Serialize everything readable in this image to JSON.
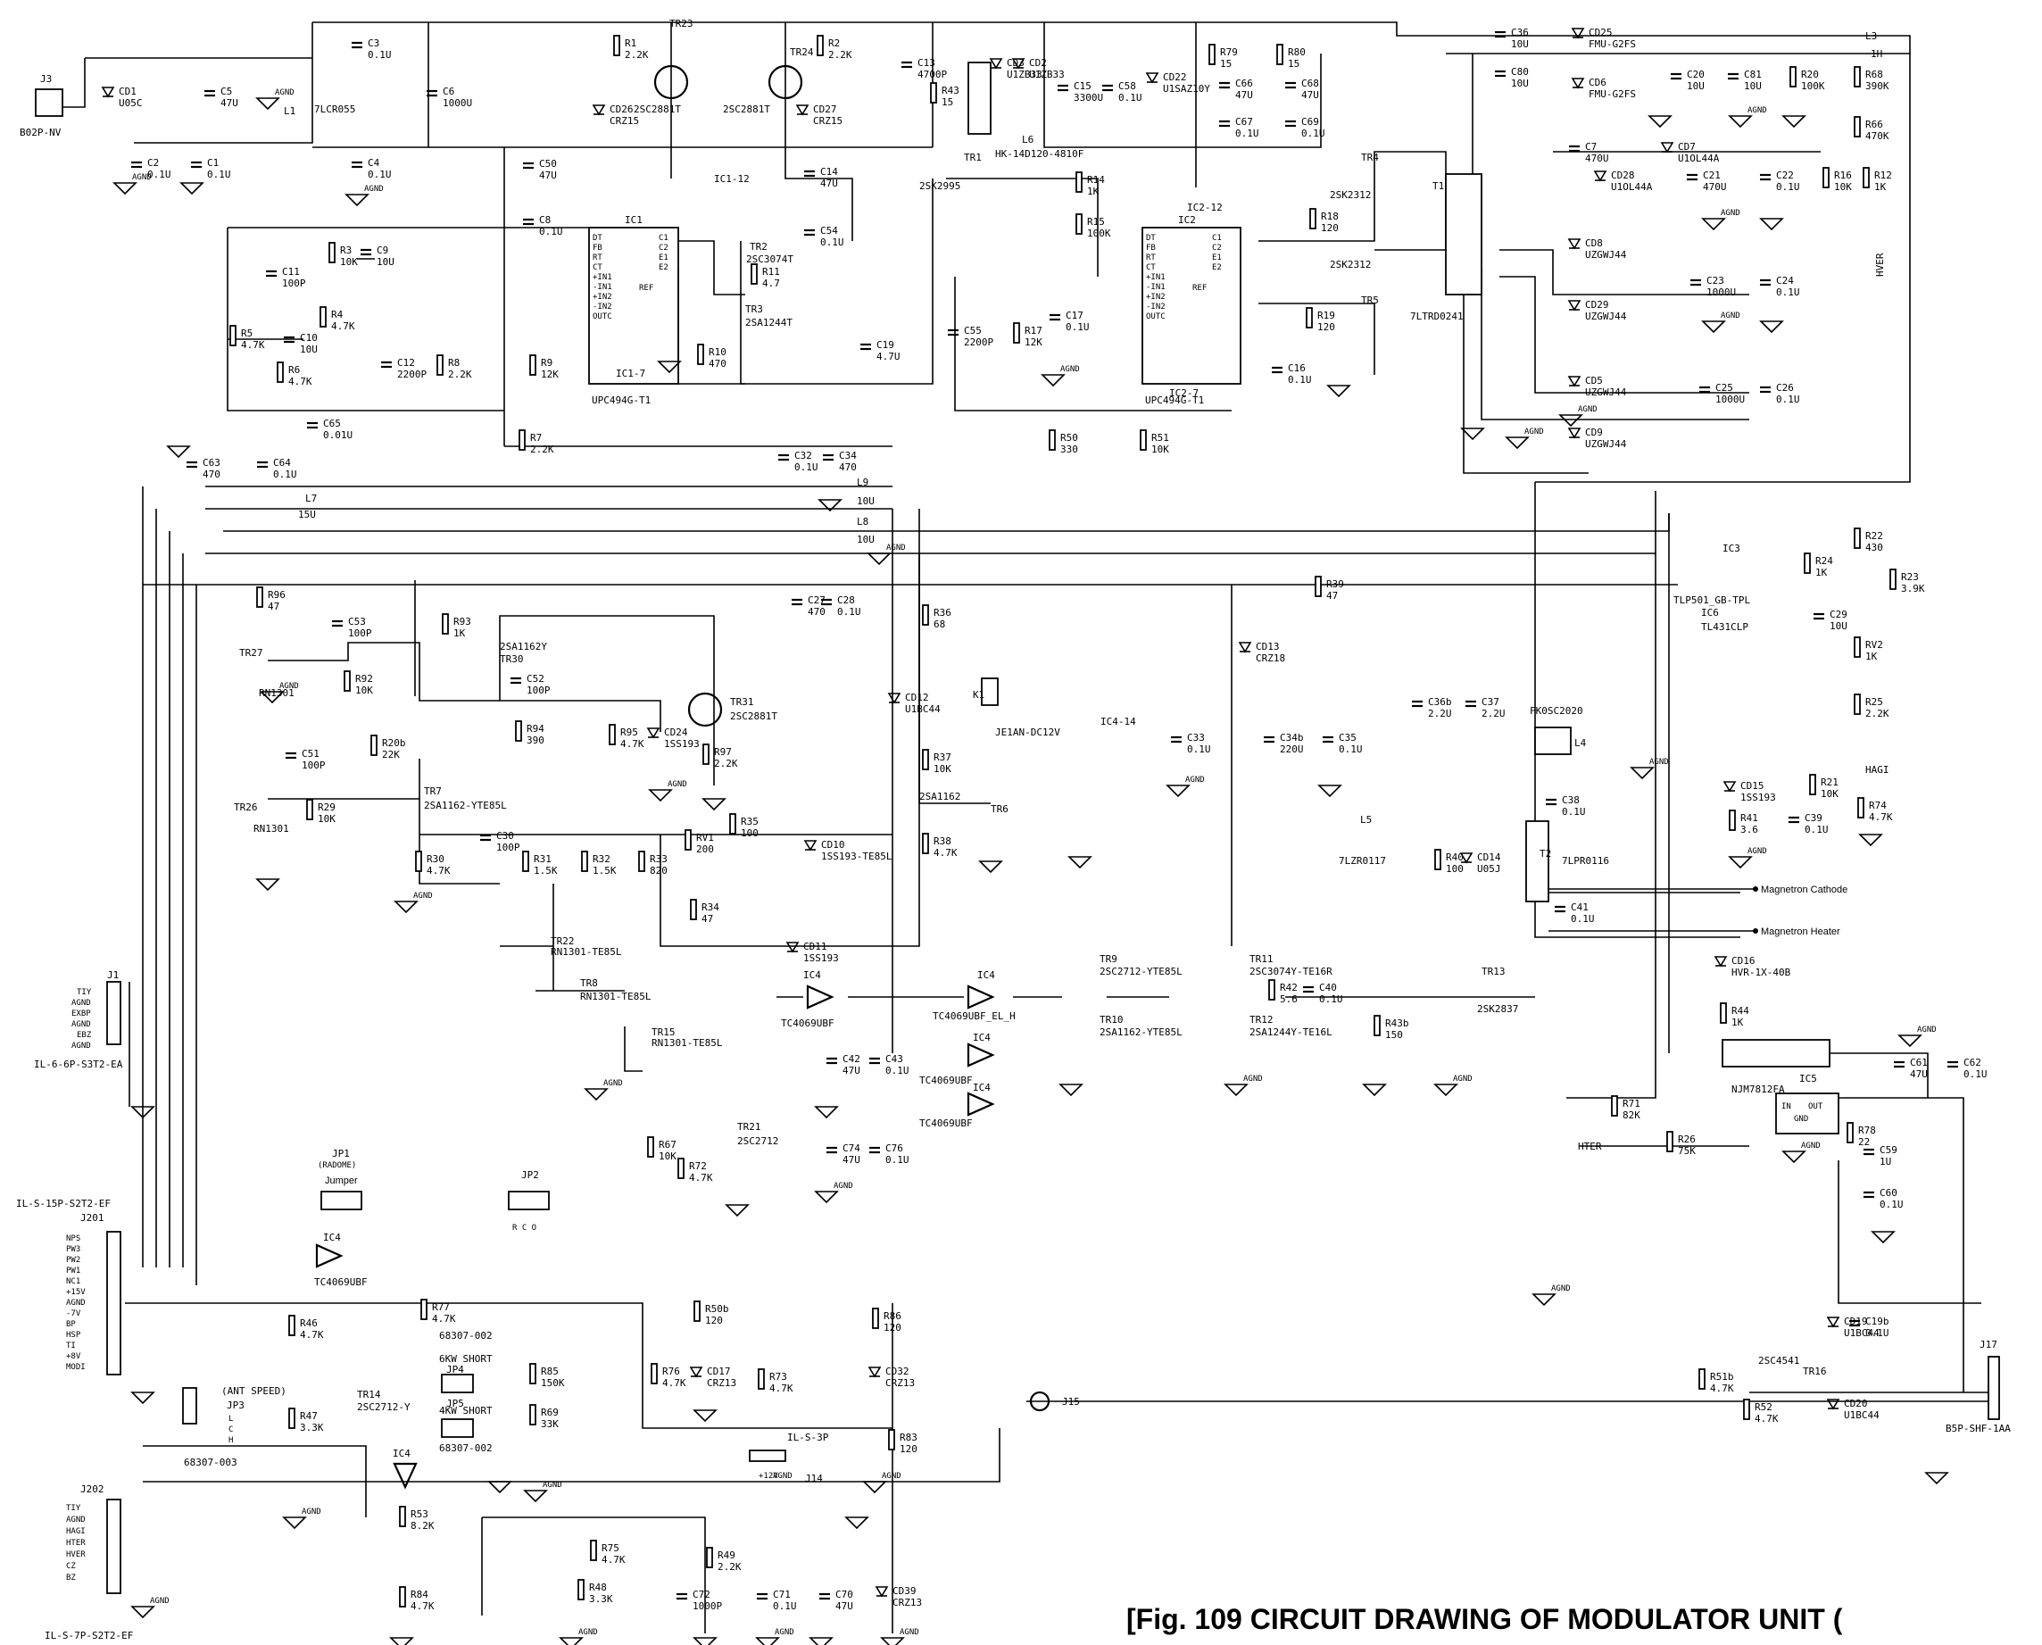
{
  "caption": "[Fig. 109   CIRCUIT DRAWING OF MODULATOR UNIT (",
  "connectors": {
    "j3": {
      "ref": "J3",
      "part": "B02P-NV"
    },
    "j1": {
      "ref": "J1",
      "part": "IL-6-6P-S3T2-EA",
      "pins": [
        "TIY",
        "AGND",
        "EXBP",
        "AGND",
        "EBZ",
        "AGND"
      ]
    },
    "j201": {
      "ref": "J201",
      "part": "IL-S-15P-S2T2-EF",
      "pins": [
        "NPS",
        "PW3",
        "PW2",
        "PW1",
        "NC1",
        "+15V",
        "AGND",
        "-7V",
        "BP",
        "HSP",
        "TI",
        "+8V",
        "MODI"
      ]
    },
    "j202": {
      "ref": "J202",
      "part": "IL-S-7P-S2T2-EF",
      "pins": [
        "TIY",
        "AGND",
        "HAGI",
        "HTER",
        "HVER",
        "CZ",
        "BZ"
      ]
    },
    "j17": {
      "ref": "J17",
      "part": "B5P-SHF-1AA"
    },
    "j14": {
      "ref": "J14",
      "part": "IL-S-3P",
      "pins": [
        "+12V",
        "AGND"
      ]
    },
    "j15": {
      "ref": "J15"
    }
  },
  "ics": {
    "ic1": {
      "ref": "IC1",
      "part": "UPC494G-T1",
      "pins": [
        "DT",
        "FB",
        "RT",
        "CT",
        "+IN1",
        "-IN1",
        "+IN2",
        "-IN2",
        "OUTC"
      ],
      "rpins": [
        "C1",
        "C2",
        "E1",
        "E2",
        "REF"
      ]
    },
    "ic2": {
      "ref": "IC2",
      "part": "UPC494G-T1",
      "pins": [
        "DT",
        "FB",
        "RT",
        "CT",
        "+IN1",
        "-IN1",
        "+IN2",
        "-IN2",
        "OUTC"
      ],
      "rpins": [
        "C1",
        "C2",
        "E1",
        "E2",
        "REF"
      ]
    },
    "ic3": {
      "ref": "IC3",
      "part": "TLP501_GB-TPL"
    },
    "ic5": {
      "ref": "IC5",
      "part": "NJM7812FA",
      "pins": [
        "IN",
        "OUT",
        "GND"
      ]
    },
    "ic4": {
      "ref": "IC4",
      "part": "TC4069UBF"
    },
    "ic4b": {
      "ref": "IC4",
      "part": "TC4069UBF_EL_H"
    },
    "ic6": {
      "ref": "IC6",
      "part": "TL431CLP"
    },
    "ic1_12": "IC1-12",
    "ic1_7": "IC1-7",
    "ic2_12": "IC2-12",
    "ic2_7": "IC2-7",
    "ic4_14": "IC4-14"
  },
  "transistors": {
    "tr23": {
      "ref": "TR23",
      "part": "2SC2881T"
    },
    "tr24": {
      "ref": "TR24",
      "part": "2SC2881T"
    },
    "tr1": {
      "ref": "TR1",
      "part": "2SK2995"
    },
    "tr2": {
      "ref": "TR2",
      "part": "2SC3074T"
    },
    "tr3": {
      "ref": "TR3",
      "part": "2SA1244T"
    },
    "tr4": {
      "ref": "TR4",
      "part": "2SK2312"
    },
    "tr5": {
      "ref": "TR5",
      "part": "2SK2312"
    },
    "tr27": {
      "ref": "TR27",
      "part": "RN1301"
    },
    "tr30": {
      "ref": "TR30",
      "part": "2SA1162Y"
    },
    "tr31": {
      "ref": "TR31",
      "part": "2SC2881T"
    },
    "tr26": {
      "ref": "TR26",
      "part": "RN1301"
    },
    "tr7": {
      "ref": "TR7",
      "part": "2SA1162-YTE85L"
    },
    "tr22": {
      "ref": "TR22",
      "part": "RN1301-TE85L"
    },
    "tr8": {
      "ref": "TR8",
      "part": "RN1301-TE85L"
    },
    "tr15": {
      "ref": "TR15",
      "part": "RN1301-TE85L"
    },
    "tr6": {
      "ref": "TR6",
      "part": "2SA1162"
    },
    "tr9": {
      "ref": "TR9",
      "part": "2SC2712-YTE85L"
    },
    "tr10": {
      "ref": "TR10",
      "part": "2SA1162-YTE85L"
    },
    "tr11": {
      "ref": "TR11",
      "part": "2SC3074Y-TE16R"
    },
    "tr12": {
      "ref": "TR12",
      "part": "2SA1244Y-TE16L"
    },
    "tr13": {
      "ref": "TR13",
      "part": "2SK2837"
    },
    "tr21": {
      "ref": "TR21",
      "part": "2SC2712"
    },
    "tr14": {
      "ref": "TR14",
      "part": "2SC2712-Y"
    },
    "tr16": {
      "ref": "TR16",
      "part": "2SC4541"
    }
  },
  "magnetics": {
    "l1": {
      "ref": "L1",
      "part": "7LCR055"
    },
    "l6": {
      "ref": "L6",
      "part": "HK-14D120-4810F"
    },
    "t1": {
      "ref": "T1",
      "part": "7LTRD0241"
    },
    "l3": {
      "ref": "L3",
      "part": "1H"
    },
    "l7": {
      "ref": "L7",
      "part": "15U"
    },
    "l9": {
      "ref": "L9",
      "part": "10U"
    },
    "l8": {
      "ref": "L8",
      "part": "10U"
    },
    "l5": {
      "ref": "L5",
      "part": "7LZR0117"
    },
    "t2": {
      "ref": "T2",
      "part": "7LPR0116"
    },
    "l4": {
      "ref": "L4",
      "part": "FK0SC2020"
    },
    "k1": {
      "ref": "K1",
      "part": "JE1AN-DC12V"
    }
  },
  "outputs": {
    "cathode": "Magnetron Cathode",
    "heater": "Magnetron Heater",
    "hver": "HVER",
    "hagi": "HAGI",
    "hter": "HTER",
    "hver_diode": "HVR-1X-40B"
  },
  "jumpers": {
    "jp1_title": "JP1",
    "jp1_sub": "(RADOME)",
    "jp1_name": "Jumper",
    "jp2_title": "JP2",
    "jp2_pins": "R C O",
    "jp3_title": "JP3",
    "jp3_note": "(ANT SPEED)",
    "jp3_pins": [
      "L",
      "C",
      "H"
    ],
    "jp3_part": "68307-003",
    "jp4_title": "JP4",
    "jp4_note": "6KW SHORT",
    "jp4_part": "68307-002",
    "jp5_title": "JP5",
    "jp5_note": "4KW SHORT",
    "jp5_part": "68307-002"
  },
  "components": [
    [
      "CD1",
      "U05C",
      133,
      106
    ],
    [
      "C5",
      "47U",
      247,
      106
    ],
    [
      "C2",
      "0.1U",
      165,
      186
    ],
    [
      "C1",
      "0.1U",
      232,
      186
    ],
    [
      "C3",
      "0.1U",
      412,
      52
    ],
    [
      "C6",
      "1000U",
      496,
      106
    ],
    [
      "C4",
      "0.1U",
      412,
      186
    ],
    [
      "R1",
      "2.2K",
      700,
      52
    ],
    [
      "CD26",
      "CRZ15",
      683,
      126
    ],
    [
      "R2",
      "2.2K",
      928,
      52
    ],
    [
      "CD27",
      "CRZ15",
      911,
      126
    ],
    [
      "C13",
      "4700P",
      1028,
      74
    ],
    [
      "R43",
      "15",
      1055,
      105
    ],
    [
      "CD3",
      "U1ZB33",
      1128,
      74
    ],
    [
      "CD2",
      "U1ZB33",
      1153,
      74
    ],
    [
      "C15",
      "3300U",
      1203,
      100
    ],
    [
      "C58",
      "0.1U",
      1253,
      100
    ],
    [
      "CD22",
      "U1SAZ10Y",
      1303,
      90
    ],
    [
      "R79",
      "15",
      1367,
      62
    ],
    [
      "R80",
      "15",
      1443,
      62
    ],
    [
      "C66",
      "47U",
      1384,
      97
    ],
    [
      "C68",
      "47U",
      1458,
      97
    ],
    [
      "C67",
      "0.1U",
      1384,
      140
    ],
    [
      "C69",
      "0.1U",
      1458,
      140
    ],
    [
      "C50",
      "47U",
      604,
      187
    ],
    [
      "C8",
      "0.1U",
      604,
      250
    ],
    [
      "C14",
      "47U",
      919,
      196
    ],
    [
      "C54",
      "0.1U",
      919,
      262
    ],
    [
      "R14",
      "1K",
      1218,
      205
    ],
    [
      "R15",
      "100K",
      1218,
      252
    ],
    [
      "C11",
      "100P",
      316,
      308
    ],
    [
      "R3",
      "10K",
      381,
      284
    ],
    [
      "C9",
      "10U",
      422,
      284
    ],
    [
      "R4",
      "4.7K",
      371,
      356
    ],
    [
      "R5",
      "4.7K",
      270,
      377
    ],
    [
      "C10",
      "10U",
      336,
      382
    ],
    [
      "R6",
      "4.7K",
      323,
      418
    ],
    [
      "C12",
      "2200P",
      445,
      410
    ],
    [
      "R8",
      "2.2K",
      502,
      410
    ],
    [
      "R9",
      "12K",
      606,
      410
    ],
    [
      "R7",
      "2.2K",
      594,
      494
    ],
    [
      "C65",
      "0.01U",
      362,
      478
    ],
    [
      "R11",
      "4.7",
      854,
      308
    ],
    [
      "R10",
      "470",
      794,
      398
    ],
    [
      "C19",
      "4.7U",
      982,
      390
    ],
    [
      "C55",
      "2200P",
      1080,
      374
    ],
    [
      "R17",
      "12K",
      1148,
      374
    ],
    [
      "C17",
      "0.1U",
      1194,
      357
    ],
    [
      "R18",
      "120",
      1480,
      246
    ],
    [
      "R19",
      "120",
      1476,
      357
    ],
    [
      "C16",
      "0.1U",
      1443,
      416
    ],
    [
      "R50",
      "330",
      1188,
      494
    ],
    [
      "R51",
      "10K",
      1290,
      494
    ],
    [
      "C36",
      "10U",
      1693,
      40
    ],
    [
      "C80",
      "10U",
      1693,
      84
    ],
    [
      "CD25",
      "FMU-G2FS",
      1780,
      40
    ],
    [
      "CD6",
      "FMU-G2FS",
      1780,
      96
    ],
    [
      "C20",
      "10U",
      1890,
      87
    ],
    [
      "C81",
      "10U",
      1954,
      87
    ],
    [
      "R20",
      "100K",
      2018,
      87
    ],
    [
      "R68",
      "390K",
      2090,
      87
    ],
    [
      "R66",
      "470K",
      2090,
      143
    ],
    [
      "C7",
      "470U",
      1776,
      168
    ],
    [
      "CD7",
      "U1OL44A",
      1880,
      168
    ],
    [
      "CD28",
      "U1OL44A",
      1805,
      200
    ],
    [
      "C21",
      "470U",
      1908,
      200
    ],
    [
      "C22",
      "0.1U",
      1990,
      200
    ],
    [
      "R16",
      "10K",
      2055,
      200
    ],
    [
      "R12",
      "1K",
      2100,
      200
    ],
    [
      "CD8",
      "UZGWJ44",
      1776,
      276
    ],
    [
      "C23",
      "1000U",
      1912,
      318
    ],
    [
      "C24",
      "0.1U",
      1990,
      318
    ],
    [
      "CD29",
      "UZGWJ44",
      1776,
      345
    ],
    [
      "CD5",
      "UZGWJ44",
      1776,
      430
    ],
    [
      "C25",
      "1000U",
      1922,
      438
    ],
    [
      "C26",
      "0.1U",
      1990,
      438
    ],
    [
      "CD9",
      "UZGWJ44",
      1776,
      488
    ],
    [
      "C32",
      "0.1U",
      890,
      514
    ],
    [
      "C34",
      "470",
      940,
      514
    ],
    [
      "C63",
      "470",
      227,
      522
    ],
    [
      "C64",
      "0.1U",
      306,
      522
    ],
    [
      "R96",
      "47",
      300,
      670
    ],
    [
      "R39",
      "47",
      1486,
      658
    ],
    [
      "C27",
      "470",
      905,
      676
    ],
    [
      "C28",
      "0.1U",
      938,
      676
    ],
    [
      "R36",
      "68",
      1046,
      690
    ],
    [
      "R22",
      "430",
      2090,
      604
    ],
    [
      "R24",
      "1K",
      2034,
      632
    ],
    [
      "R23",
      "3.9K",
      2130,
      650
    ],
    [
      "C29",
      "10U",
      2050,
      692
    ],
    [
      "RV2",
      "1K",
      2090,
      726
    ],
    [
      "R25",
      "2.2K",
      2090,
      790
    ],
    [
      "R93",
      "1K",
      508,
      700
    ],
    [
      "C53",
      "100P",
      390,
      700
    ],
    [
      "R92",
      "10K",
      398,
      764
    ],
    [
      "C52",
      "100P",
      590,
      764
    ],
    [
      "R94",
      "390",
      590,
      820
    ],
    [
      "R95",
      "4.7K",
      695,
      824
    ],
    [
      "CD24",
      "1SS193",
      744,
      824
    ],
    [
      "R97",
      "2.2K",
      800,
      846
    ],
    [
      "CD12",
      "U1BC44",
      1014,
      785
    ],
    [
      "R37",
      "10K",
      1046,
      852
    ],
    [
      "R38",
      "4.7K",
      1046,
      946
    ],
    [
      "CD13",
      "CRZ18",
      1407,
      728
    ],
    [
      "C33",
      "0.1U",
      1330,
      830
    ],
    [
      "C34b",
      "220U",
      1434,
      830
    ],
    [
      "C35",
      "0.1U",
      1500,
      830
    ],
    [
      "C36b",
      "2.2U",
      1600,
      790
    ],
    [
      "C37",
      "2.2U",
      1660,
      790
    ],
    [
      "C38",
      "0.1U",
      1750,
      900
    ],
    [
      "CD15",
      "1SS193",
      1950,
      884
    ],
    [
      "R21",
      "10K",
      2040,
      880
    ],
    [
      "R41",
      "3.6",
      1950,
      920
    ],
    [
      "C39",
      "0.1U",
      2022,
      920
    ],
    [
      "R74",
      "4.7K",
      2094,
      906
    ],
    [
      "R20b",
      "22K",
      428,
      836
    ],
    [
      "C51",
      "100P",
      338,
      848
    ],
    [
      "R29",
      "10K",
      356,
      908
    ],
    [
      "C30",
      "100P",
      556,
      940
    ],
    [
      "R35",
      "100",
      830,
      924
    ],
    [
      "R30",
      "4.7K",
      478,
      966
    ],
    [
      "R31",
      "1.5K",
      598,
      966
    ],
    [
      "R32",
      "1.5K",
      664,
      966
    ],
    [
      "R33",
      "820",
      728,
      966
    ],
    [
      "RV1",
      "200",
      780,
      942
    ],
    [
      "R34",
      "47",
      786,
      1020
    ],
    [
      "CD10",
      "1SS193-TE85L",
      920,
      950
    ],
    [
      "CD11",
      "1SS193",
      900,
      1064
    ],
    [
      "R40",
      "100",
      1620,
      964
    ],
    [
      "CD14",
      "U05J",
      1655,
      964
    ],
    [
      "C41",
      "0.1U",
      1760,
      1020
    ],
    [
      "CD16",
      "HVR-1X-40B",
      1940,
      1080
    ],
    [
      "R44",
      "1K",
      1940,
      1136
    ],
    [
      "R42",
      "5.6",
      1434,
      1110
    ],
    [
      "C40",
      "0.1U",
      1478,
      1110
    ],
    [
      "R43b",
      "150",
      1552,
      1150
    ],
    [
      "C42",
      "47U",
      944,
      1190
    ],
    [
      "C43",
      "0.1U",
      992,
      1190
    ],
    [
      "C74",
      "47U",
      944,
      1290
    ],
    [
      "C76",
      "0.1U",
      992,
      1290
    ],
    [
      "R67",
      "10K",
      738,
      1286
    ],
    [
      "R72",
      "4.7K",
      772,
      1310
    ],
    [
      "C61",
      "47U",
      2140,
      1194
    ],
    [
      "C62",
      "0.1U",
      2200,
      1194
    ],
    [
      "R71",
      "82K",
      1818,
      1240
    ],
    [
      "R26",
      "75K",
      1880,
      1280
    ],
    [
      "R78",
      "22",
      2082,
      1270
    ],
    [
      "C59",
      "1U",
      2106,
      1292
    ],
    [
      "C60",
      "0.1U",
      2106,
      1340
    ],
    [
      "R46",
      "4.7K",
      336,
      1486
    ],
    [
      "R77",
      "4.7K",
      484,
      1468
    ],
    [
      "R85",
      "150K",
      606,
      1540
    ],
    [
      "R69",
      "33K",
      606,
      1586
    ],
    [
      "R47",
      "3.3K",
      336,
      1590
    ],
    [
      "R50b",
      "120",
      790,
      1470
    ],
    [
      "R76",
      "4.7K",
      742,
      1540
    ],
    [
      "CD17",
      "CRZ13",
      792,
      1540
    ],
    [
      "R73",
      "4.7K",
      862,
      1546
    ],
    [
      "R86",
      "120",
      990,
      1478
    ],
    [
      "CD32",
      "CRZ13",
      992,
      1540
    ],
    [
      "R83",
      "120",
      1008,
      1614
    ],
    [
      "C19b",
      "0.1U",
      2090,
      1484
    ],
    [
      "CD19",
      "U1BC44",
      2066,
      1484
    ],
    [
      "CD20",
      "U1BC44",
      2066,
      1576
    ],
    [
      "R51b",
      "4.7K",
      1916,
      1546
    ],
    [
      "R52",
      "4.7K",
      1966,
      1580
    ],
    [
      "R53",
      "8.2K",
      460,
      1700
    ],
    [
      "R84",
      "4.7K",
      460,
      1790
    ],
    [
      "R75",
      "4.7K",
      674,
      1738
    ],
    [
      "R48",
      "3.3K",
      660,
      1782
    ],
    [
      "R49",
      "2.2K",
      804,
      1746
    ],
    [
      "C72",
      "1000P",
      776,
      1790
    ],
    [
      "C71",
      "0.1U",
      866,
      1790
    ],
    [
      "C70",
      "47U",
      936,
      1790
    ],
    [
      "CD39",
      "CRZ13",
      1000,
      1786
    ]
  ],
  "gnd_label": "AGND"
}
